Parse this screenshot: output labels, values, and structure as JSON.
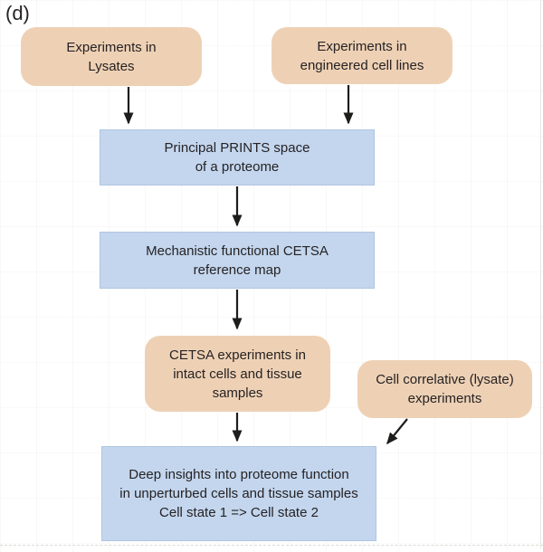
{
  "figure": {
    "panel_label": "(d)",
    "colors": {
      "node_tan": "#eed1b5",
      "node_blue": "#c3d6ee",
      "text": "#262223",
      "arrow": "#1d1d1b"
    },
    "nodes": {
      "lysates": {
        "label": "Experiments in\nLysates",
        "shape": "rounded",
        "color": "tan"
      },
      "engineered": {
        "label": "Experiments in\nengineered cell lines",
        "shape": "rounded",
        "color": "tan"
      },
      "prints_space": {
        "label": "Principal PRINTS space\nof a proteome",
        "shape": "rect",
        "color": "blue"
      },
      "reference_map": {
        "label": "Mechanistic functional CETSA\nreference map",
        "shape": "rect",
        "color": "blue"
      },
      "intact_cells": {
        "label": "CETSA experiments in\nintact cells and tissue\nsamples",
        "shape": "rounded",
        "color": "tan"
      },
      "cell_correlative": {
        "label": "Cell correlative (lysate)\nexperiments",
        "shape": "rounded",
        "color": "tan"
      },
      "deep_insights": {
        "label": "Deep insights into proteome function\nin unperturbed cells and tissue samples\nCell state 1 => Cell state 2",
        "shape": "rect",
        "color": "blue"
      }
    },
    "edges": [
      {
        "from": "lysates",
        "to": "prints_space"
      },
      {
        "from": "engineered",
        "to": "prints_space"
      },
      {
        "from": "prints_space",
        "to": "reference_map"
      },
      {
        "from": "reference_map",
        "to": "intact_cells"
      },
      {
        "from": "intact_cells",
        "to": "deep_insights"
      },
      {
        "from": "cell_correlative",
        "to": "deep_insights"
      }
    ]
  }
}
